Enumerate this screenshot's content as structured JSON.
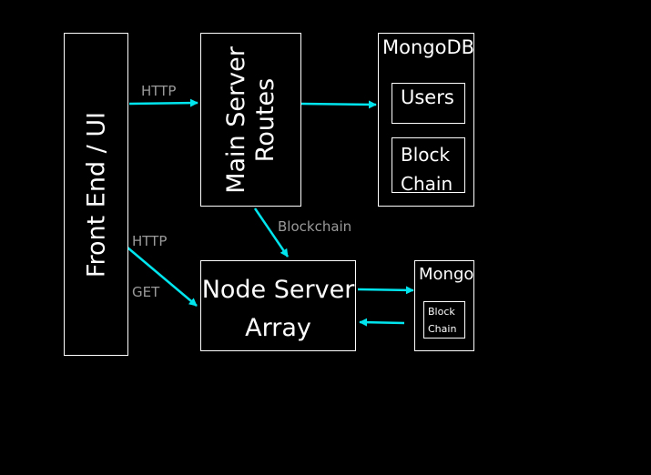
{
  "nodes": {
    "frontend": {
      "label": "Front End / UI"
    },
    "main_server": {
      "line1": "Main Server",
      "line2": "Routes"
    },
    "mongodb": {
      "title": "MongoDB",
      "users": "Users",
      "blockchain_line1": "Block",
      "blockchain_line2": "Chain"
    },
    "node_server": {
      "line1": "Node Server",
      "line2": "Array"
    },
    "mongo_small": {
      "title": "Mongo",
      "blockchain_line1": "Block",
      "blockchain_line2": "Chain"
    }
  },
  "edges": {
    "frontend_to_main": "HTTP",
    "frontend_to_node_http": "HTTP",
    "frontend_to_node_get": "GET",
    "main_to_node": "Blockchain"
  },
  "colors": {
    "arrow": "#00e5ee",
    "edge_label": "#9a9a9a",
    "box_border": "#ffffff",
    "background": "#000000"
  }
}
